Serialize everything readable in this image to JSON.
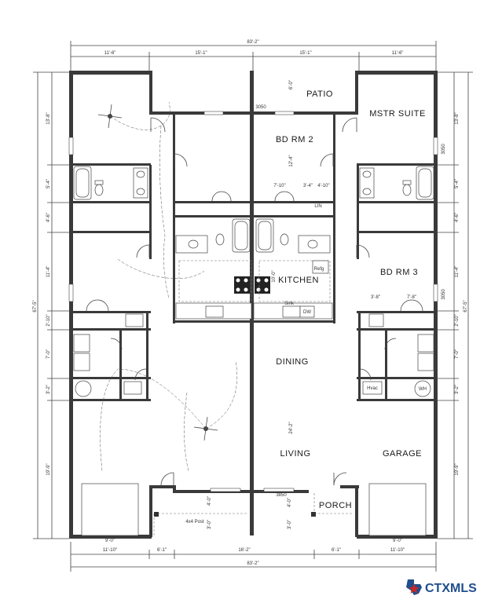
{
  "rooms": {
    "patio": "PATIO",
    "mstr_suite": "MSTR SUITE",
    "bd_rm_2": "BD RM 2",
    "kitchen": "KITCHEN",
    "bd_rm_3": "BD RM 3",
    "dining": "DINING",
    "living": "LIVING",
    "garage": "GARAGE",
    "porch": "PORCH"
  },
  "dimensions": {
    "overall_top": "83'-2\"",
    "overall_bottom": "83'-2\"",
    "top_segments": [
      "11'-6\"",
      "15'-1\"",
      "15'-1\"",
      "11'-6\""
    ],
    "bottom_segments": [
      "11'-10\"",
      "6'-1\"",
      "16'-2\"",
      "6'-1\"",
      "11'-10\""
    ],
    "bottom_garage_inner_left": "9'-0\"",
    "bottom_garage_inner_right": "9'-0\"",
    "left_overall": "67'-5\"",
    "right_overall": "67'-5\"",
    "left_segments": [
      "13'-8\"",
      "5'-4\"",
      "4'-6\"",
      "11'-4\"",
      "2'-10\"",
      "7'-0\"",
      "3'-2\"",
      "19'-9\""
    ],
    "right_segments": [
      "13'-8\"",
      "5'-4\"",
      "4'-6\"",
      "11'-4\"",
      "2'-10\"",
      "7'-0\"",
      "3'-2\"",
      "19'-9\""
    ],
    "window_3050_top": "3050",
    "window_3050_right_a": "3050",
    "window_3050_right_b": "3050",
    "window_3850": "3850",
    "porch_4_0": "4'-0\"",
    "porch_3_0": "3'-0\"",
    "living_24_2": "24'-2\"",
    "kitchen_10_0": "10'-0\"",
    "bd2_12_4": "12'-4\"",
    "patio_6_0": "6'-0\"",
    "closet_7_10": "7'-10\"",
    "closet_3_4": "3'-4\"",
    "closet_4_10": "4'-10\"",
    "bd3_3_8": "3'-8\"",
    "bd3_7_8": "7'-8\""
  },
  "labels": {
    "lin": "LIN",
    "refg": "Refg",
    "sink": "Sink",
    "dw": "DW",
    "hvac": "Hvac",
    "wh": "WH",
    "post": "4x4 Post"
  },
  "logo": "CTXMLS",
  "colors": {
    "wall": "#3a3a3a",
    "logo_blue": "#1f4e8c",
    "logo_red": "#c62828"
  }
}
